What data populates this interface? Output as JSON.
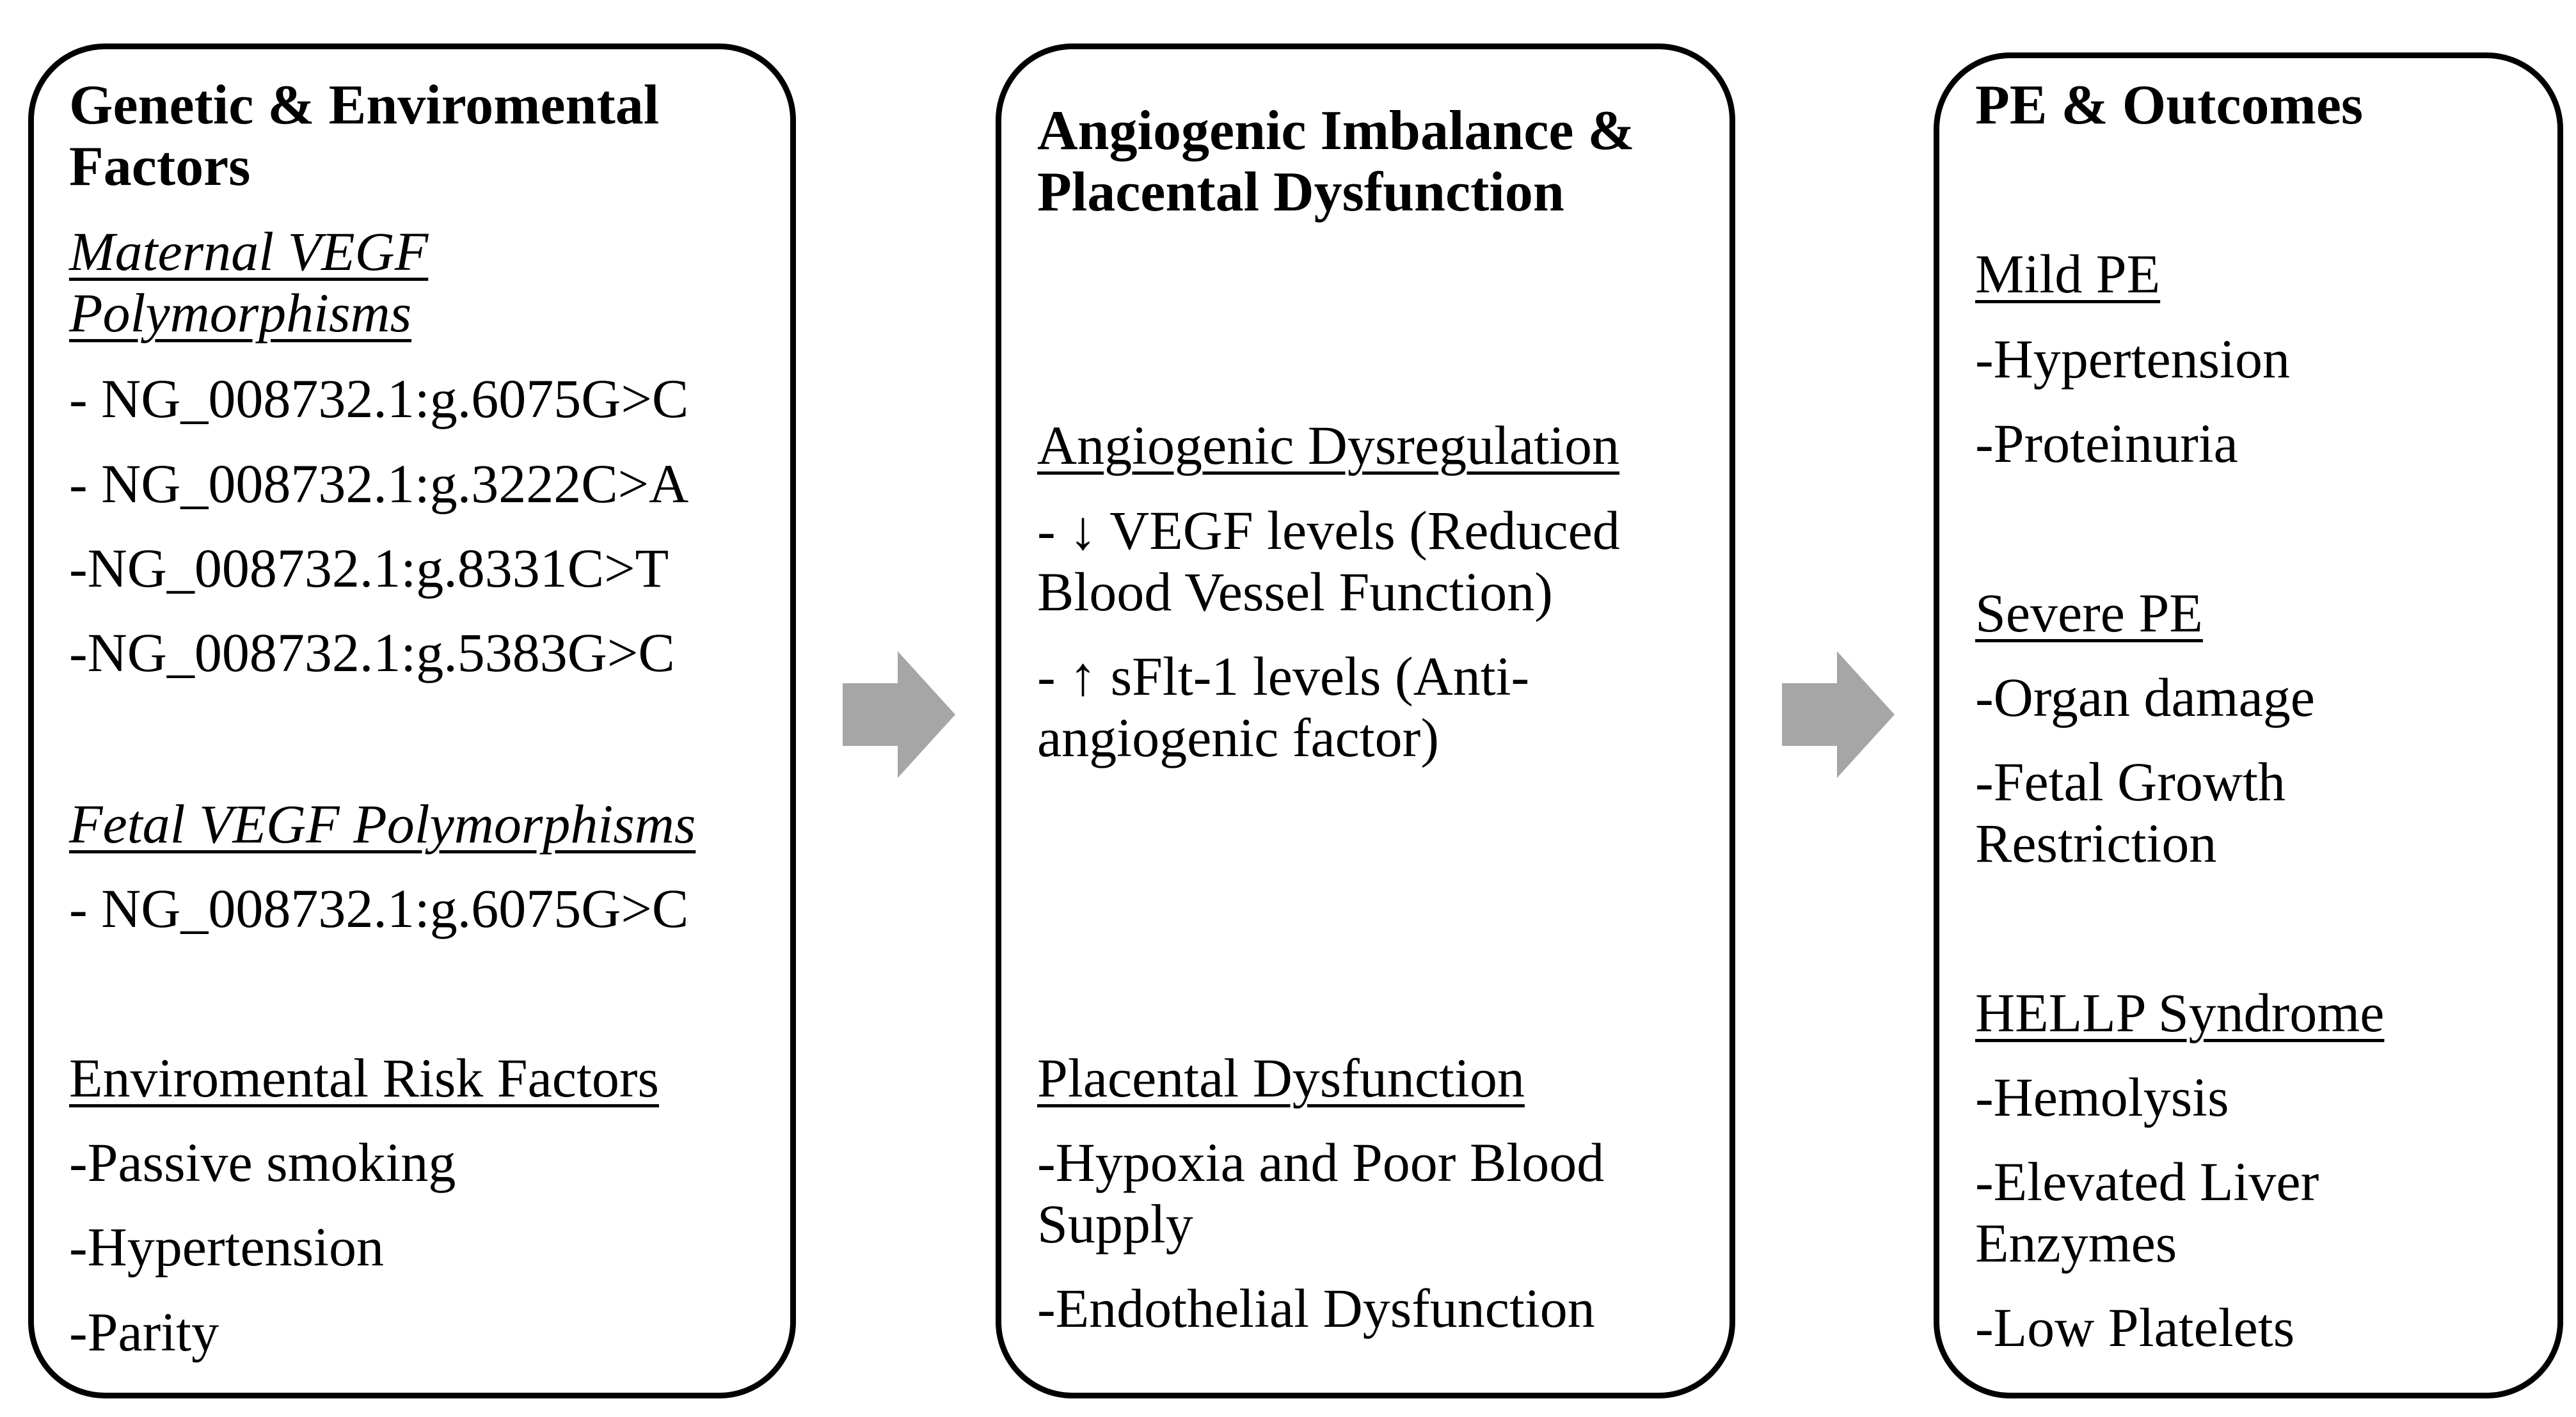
{
  "colors": {
    "border": "#000000",
    "text": "#000000",
    "arrow": "#a6a6a6",
    "background": "#ffffff"
  },
  "left_box": {
    "title_line1": "Genetic & Enviromental",
    "title_line2": "Factors",
    "maternal_heading_line1": "Maternal VEGF",
    "maternal_heading_line2": "Polymorphisms",
    "maternal_items": [
      "- NG_008732.1:g.6075G>C",
      "- NG_008732.1:g.3222C>A",
      "-NG_008732.1:g.8331C>T",
      "-NG_008732.1:g.5383G>C"
    ],
    "fetal_heading": "Fetal VEGF Polymorphisms",
    "fetal_items": [
      "-  NG_008732.1:g.6075G>C"
    ],
    "env_heading": "Enviromental Risk Factors",
    "env_items": [
      "-Passive smoking",
      "-Hypertension",
      "-Parity"
    ]
  },
  "middle_box": {
    "title_line1": "Angiogenic Imbalance &",
    "title_line2": "Placental Dysfunction",
    "dysregulation_heading": "Angiogenic Dysregulation",
    "dysregulation_items": [
      {
        "line1": "- ↓ VEGF levels (Reduced",
        "line2": "Blood Vessel Function)"
      },
      {
        "line1": "- ↑ sFlt-1 levels (Anti-",
        "line2": "angiogenic factor)"
      }
    ],
    "placental_heading": "Placental Dysfunction",
    "placental_items": [
      {
        "line1": "-Hypoxia and Poor Blood",
        "line2": "Supply"
      },
      {
        "line1": "-Endothelial Dysfunction",
        "line2": ""
      }
    ]
  },
  "right_box": {
    "title": "PE & Outcomes",
    "mild_heading": "Mild PE",
    "mild_items": [
      "-Hypertension",
      "-Proteinuria"
    ],
    "severe_heading": "Severe PE",
    "severe_items": [
      {
        "line1": "-Organ damage",
        "line2": ""
      },
      {
        "line1": "-Fetal Growth",
        "line2": "Restriction"
      }
    ],
    "hellp_heading": "HELLP Syndrome",
    "hellp_items": [
      {
        "line1": "-Hemolysis",
        "line2": ""
      },
      {
        "line1": "-Elevated Liver",
        "line2": "Enzymes"
      },
      {
        "line1": "-Low Platelets",
        "line2": ""
      }
    ]
  },
  "arrows": [
    {
      "icon": "right-arrow-icon"
    },
    {
      "icon": "right-arrow-icon"
    }
  ]
}
